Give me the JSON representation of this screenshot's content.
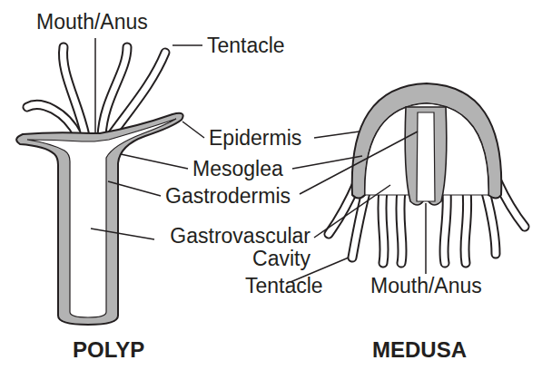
{
  "diagram": {
    "labels": [
      "Mouth/Anus",
      "Tentacle",
      "Epidermis",
      "Mesoglea",
      "Gastrodermis",
      "Gastrovascular Cavity",
      "Tentacle",
      "Mouth/Anus",
      "POLYP",
      "MEDUSA"
    ]
  }
}
